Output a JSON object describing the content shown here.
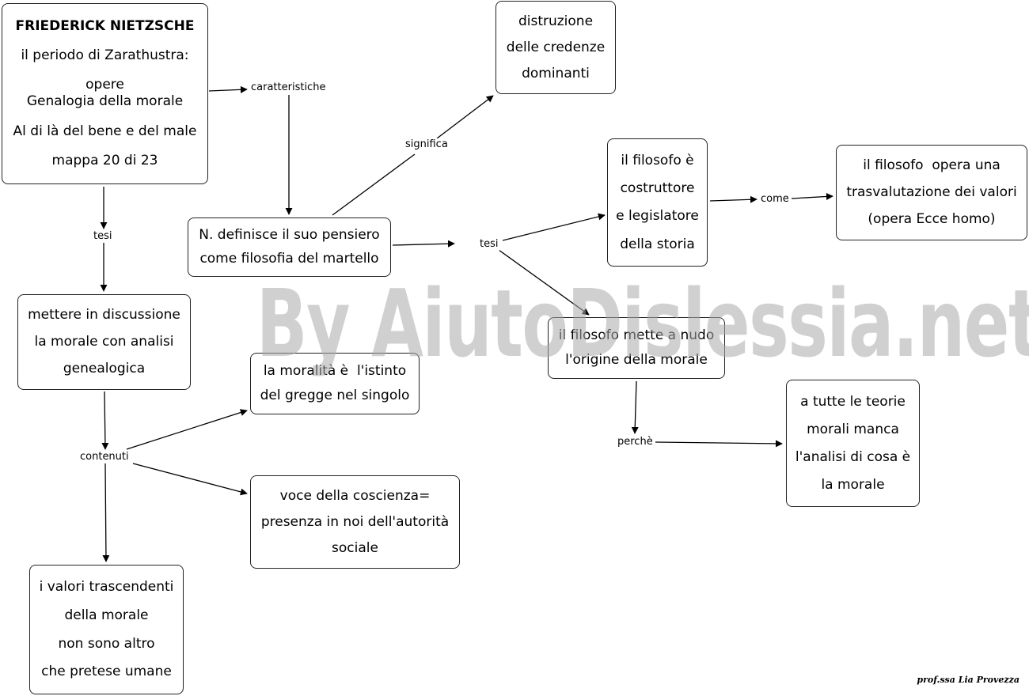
{
  "watermark": "By AiutoDislessia.net",
  "signature": "prof.ssa Lia Provezza",
  "nodes": {
    "nietzsche": {
      "title": "FRIEDERICK NIETZSCHE",
      "lines": [
        "il periodo di Zarathustra:",
        "opere\nGenalogia della morale",
        "Al di là del bene e del male",
        "mappa 20 di 23"
      ]
    },
    "distruzione": {
      "lines": [
        "distruzione",
        "delle credenze",
        "dominanti"
      ]
    },
    "martello": {
      "lines": [
        "N. definisce il suo pensiero",
        "come filosofia del martello"
      ]
    },
    "costruttore": {
      "lines": [
        "il filosofo è",
        "costruttore",
        "e legislatore",
        "della storia"
      ]
    },
    "trasvalutazione": {
      "lines": [
        "il filosofo  opera una",
        "trasvalutazione dei valori",
        "(opera Ecce homo)"
      ]
    },
    "discussione": {
      "lines": [
        "mettere in discussione",
        "la morale con analisi",
        "genealogica"
      ]
    },
    "nudo": {
      "lines": [
        "il filosofo mette a nudo",
        "l'origine della morale"
      ]
    },
    "moralita": {
      "lines": [
        "la moralità è  l'istinto",
        "del gregge nel singolo"
      ]
    },
    "teorie": {
      "lines": [
        "a tutte le teorie",
        "morali manca",
        "l'analisi di cosa è",
        "la morale"
      ]
    },
    "coscienza": {
      "lines": [
        "voce della coscienza=",
        "presenza in noi dell'autorità",
        "sociale"
      ]
    },
    "valori": {
      "lines": [
        "i valori trascendenti",
        "della morale",
        "non sono altro",
        "che pretese umane"
      ]
    }
  },
  "labels": {
    "caratteristiche": "caratteristiche",
    "significa": "significa",
    "tesi_left": "tesi",
    "tesi_mid": "tesi",
    "come": "come",
    "contenuti": "contenuti",
    "perche": "perchè"
  }
}
